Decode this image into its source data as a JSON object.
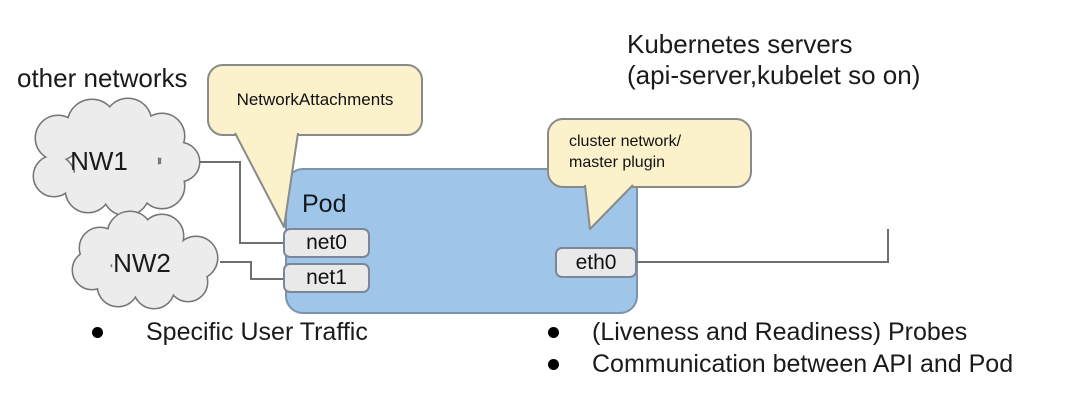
{
  "labels": {
    "other_networks": "other networks",
    "kubernetes_servers_line1": "Kubernetes servers",
    "kubernetes_servers_line2": "(api-server,kubelet so on)",
    "pod": "Pod"
  },
  "clouds": [
    {
      "name": "NW1"
    },
    {
      "name": "NW2"
    }
  ],
  "callouts": {
    "network_attachments": {
      "text": "NetworkAttachments"
    },
    "cluster_network": {
      "line1": "cluster network/",
      "line2": "master plugin"
    }
  },
  "interfaces": [
    {
      "name": "net0"
    },
    {
      "name": "net1"
    },
    {
      "name": "eth0"
    }
  ],
  "bullets": {
    "left": [
      "Specific User Traffic"
    ],
    "right": [
      "(Liveness and Readiness) Probes",
      "Communication between API and Pod"
    ]
  },
  "colors": {
    "pod_fill": "#9fc5e8",
    "pod_border": "#7b93ad",
    "callout_fill": "#fbf2cc",
    "callout_border": "#8a8a8a",
    "interface_fill": "#e9e9e9",
    "interface_border": "#7d8698",
    "cloud_fill": "#ececec",
    "cloud_stroke": "#757575",
    "connector_line": "#6f6f6f",
    "text": "#1a1a1a"
  }
}
